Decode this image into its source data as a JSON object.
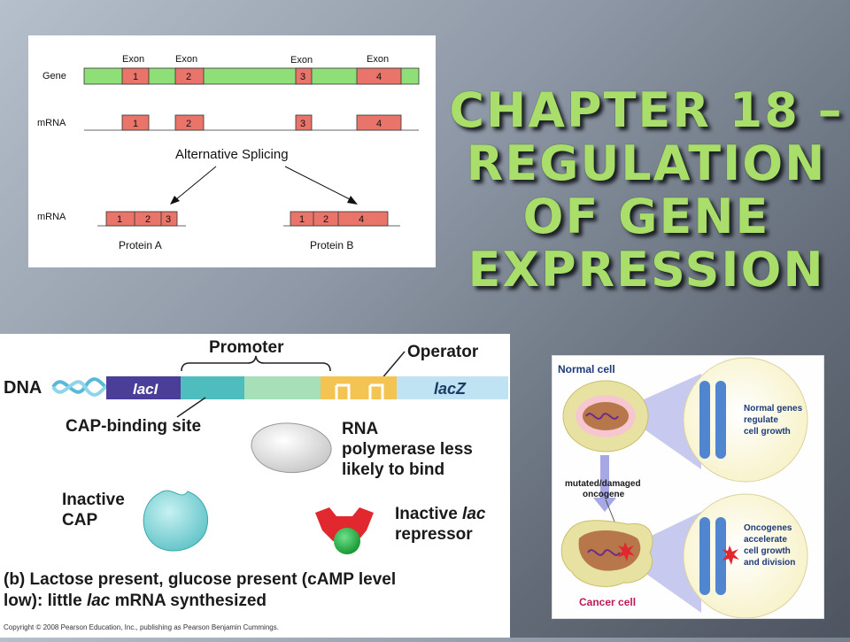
{
  "title": "Chapter 18 – Regulation of Gene Expression",
  "splicing": {
    "exon_label": "Exon",
    "exon_numbers": [
      "1",
      "2",
      "3",
      "4"
    ],
    "gene_label": "Gene",
    "mrna_label": "mRNA",
    "heading": "Alternative Splicing",
    "protein_a": "Protein A",
    "protein_b": "Protein B",
    "mrna_a": [
      "1",
      "2",
      "3"
    ],
    "mrna_b": [
      "1",
      "2",
      "4"
    ],
    "colors": {
      "exon": "#e8746a",
      "intron": "#8fdf78"
    }
  },
  "lac": {
    "dna_label": "DNA",
    "promoter_label": "Promoter",
    "operator_label": "Operator",
    "laci_label": "lacI",
    "lacz_label": "lacZ",
    "cap_site_label": "CAP-binding site",
    "rnap_label": "RNA polymerase less likely to bind",
    "rnap_lines": [
      "RNA",
      "polymerase less",
      "likely to bind"
    ],
    "inactive_cap_lines": [
      "Inactive",
      "CAP"
    ],
    "inactive_repressor": {
      "line1_prefix": "Inactive ",
      "line1_italic": "lac",
      "line2": "repressor"
    },
    "caption_line1": "(b) Lactose present, glucose present (cAMP level",
    "caption_line2_prefix": "low): little ",
    "caption_line2_italic": "lac",
    "caption_line2_suffix": " mRNA synthesized",
    "copyright": "Copyright © 2008 Pearson Education, Inc., publishing as Pearson Benjamin Cummings."
  },
  "cancer": {
    "normal_cell": "Normal cell",
    "normal_genes_lines": [
      "Normal genes",
      "regulate",
      "cell growth"
    ],
    "mutated_lines": [
      "mutated/damaged",
      "oncogene"
    ],
    "oncogenes_lines": [
      "Oncogenes",
      "accelerate",
      "cell growth",
      "and division"
    ],
    "cancer_cell": "Cancer cell"
  }
}
